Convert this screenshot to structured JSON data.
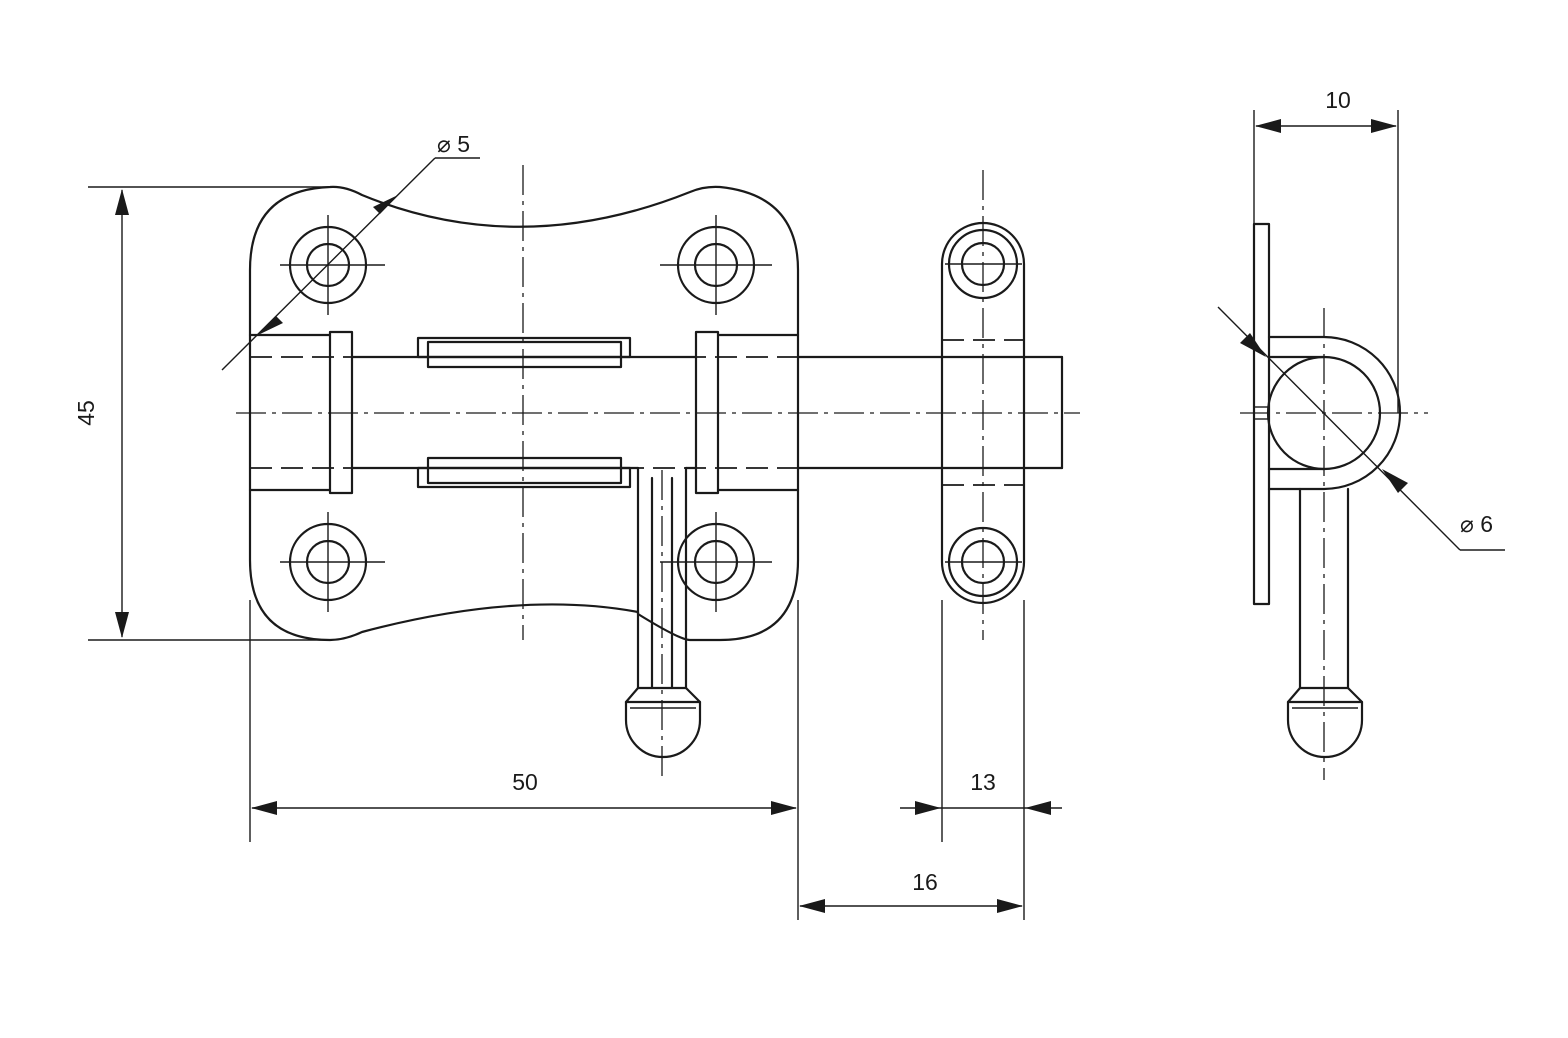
{
  "dimensions": {
    "height": "45",
    "plate_width": "50",
    "keeper_width": "13",
    "keeper_offset": "16",
    "side_depth": "10",
    "hole_diameter": "⌀ 5",
    "bolt_diameter": "⌀ 6"
  },
  "colors": {
    "line": "#1a1a1a",
    "background": "#ffffff"
  }
}
